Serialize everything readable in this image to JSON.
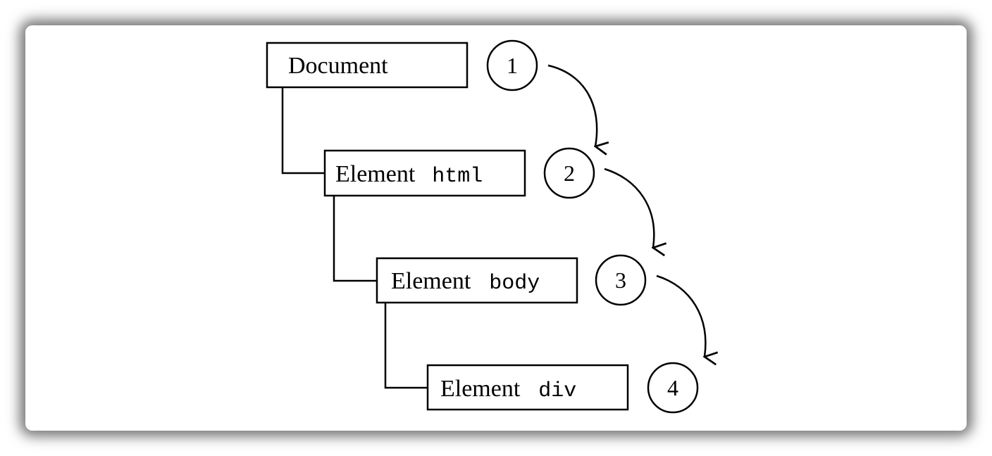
{
  "nodes": [
    {
      "kind": "Document",
      "tag": ""
    },
    {
      "kind": "Element",
      "tag": "html"
    },
    {
      "kind": "Element",
      "tag": "body"
    },
    {
      "kind": "Element",
      "tag": "div"
    }
  ],
  "steps": [
    "1",
    "2",
    "3",
    "4"
  ]
}
